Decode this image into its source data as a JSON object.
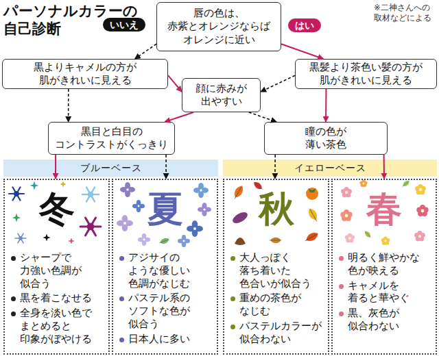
{
  "diagram": {
    "title": "パーソナルカラーの 自己診断",
    "nodes": [
      {
        "text": [
          "唇の色は、 赤紫とオレンジならば オレンジに近い"
        ]
      },
      {
        "text": [
          "黒よりキャメルの方が 肌がきれいに見える"
        ]
      },
      {
        "text": [
          "黒髪より茶色い髪の方が 肌がきれいに見える"
        ]
      },
      {
        "text": [
          "顔に赤みが 出やすい"
        ]
      },
      {
        "text": [
          "黒目と白目の コントラストがくっきり"
        ]
      },
      {
        "text": [
          "瞳の色が 薄い茶色"
        ]
      },
      {
        "text": [
          "ブルーベース"
        ]
      },
      {
        "text": [
          "イエローベース"
        ]
      },
      {
        "text": [
          "冬",
          "シャープで 力強い色調が 似合う",
          "黒を着こなせる",
          "全身を淡い色で まとめると 印象がぼやける"
        ]
      },
      {
        "text": [
          "夏",
          "アジサイの ような優しい 色調がなじむ",
          "パステル系の ソフトな色が 似合う",
          "日本人に多い"
        ]
      },
      {
        "text": [
          "秋",
          "大人っぽく 落ち着いた 色合いが似合う",
          "重めの茶色が なじむ",
          "パステルカラーが 似合わない"
        ]
      },
      {
        "text": [
          "春",
          "明るく鮮やかな 色が映える",
          "キャメルを 着ると華やぐ",
          "黒、灰色が 似合わない"
        ]
      }
    ],
    "edges": [
      {
        "from": 0,
        "to": 1,
        "arrow": "to",
        "label": "いいえ"
      },
      {
        "from": 0,
        "to": 2,
        "arrow": "to",
        "label": "はい"
      },
      {
        "from": 1,
        "to": 3,
        "arrow": "to"
      },
      {
        "from": 1,
        "to": 4,
        "arrow": "to"
      },
      {
        "from": 2,
        "to": 3,
        "arrow": "to"
      },
      {
        "from": 2,
        "to": 5,
        "arrow": "to"
      },
      {
        "from": 3,
        "to": 4,
        "arrow": "to"
      },
      {
        "from": 3,
        "to": 5,
        "arrow": "to"
      },
      {
        "from": 4,
        "to": 8,
        "arrow": "to"
      },
      {
        "from": 4,
        "to": 9,
        "arrow": "to"
      },
      {
        "from": 5,
        "to": 10,
        "arrow": "to"
      },
      {
        "from": 5,
        "to": 11,
        "arrow": "to"
      }
    ],
    "labels": [
      "※二神さんへの 取材などによる"
    ]
  }
}
